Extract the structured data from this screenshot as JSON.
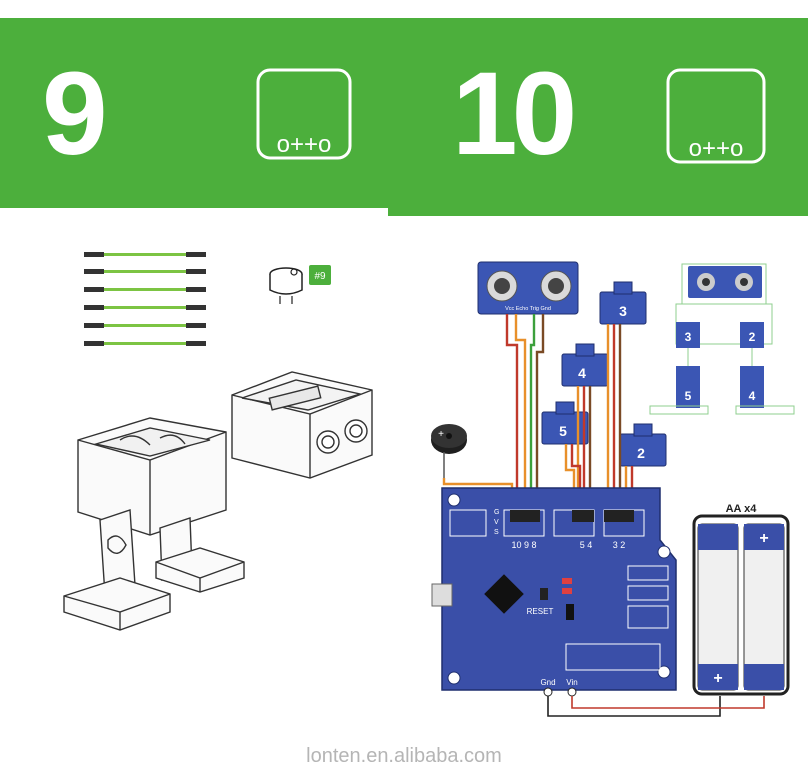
{
  "steps": [
    {
      "number": "9",
      "logo_text": "o++o"
    },
    {
      "number": "10",
      "logo_text": "o++o"
    }
  ],
  "parts": {
    "cable_count": 6,
    "buzzer_tag": "#9"
  },
  "sensor": {
    "pins_label": "Vcc Echo Trig Gnd"
  },
  "servos": [
    "3",
    "4",
    "5",
    "2"
  ],
  "robot_outline_servos": [
    "3",
    "2",
    "5",
    "4"
  ],
  "board": {
    "header_letters": [
      "G",
      "V",
      "S"
    ],
    "pin_group_left": "10 9 8",
    "pin_group_mid": "5 4",
    "pin_group_right": "3 2",
    "reset_label": "RESET",
    "gnd_label": "Gnd",
    "vin_label": "Vin"
  },
  "battery": {
    "label": "AA x4",
    "plus": "+"
  },
  "buzzer_plus": "+",
  "watermark": "lonten.en.alibaba.com",
  "colors": {
    "header_green": "#4caf3c",
    "board_blue": "#3a4fa8",
    "servo_blue": "#3b56b4",
    "wire_orange": "#e8902a",
    "wire_red": "#c0392b",
    "wire_green": "#3ca03c",
    "wire_brown": "#7a4a25"
  }
}
